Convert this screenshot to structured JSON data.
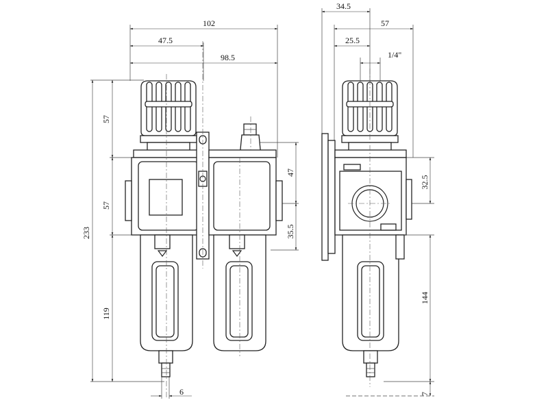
{
  "dimensions": {
    "front_overall_width": "102",
    "front_regulator_center": "47.5",
    "front_mount_width": "98.5",
    "front_knob_height": "57",
    "front_body_height": "57",
    "front_bowl_height": "119",
    "front_total_height": "233",
    "front_drain_width": "6",
    "lubricator_port_height": "47",
    "lubricator_body_offset": "35.5",
    "side_mount_offset": "34.5",
    "side_overall_depth": "57",
    "side_half_depth": "25.5",
    "side_port_size": "1/4\"",
    "side_port_height": "32.5",
    "side_bowl_height": "144",
    "side_drain_offset": "7"
  }
}
